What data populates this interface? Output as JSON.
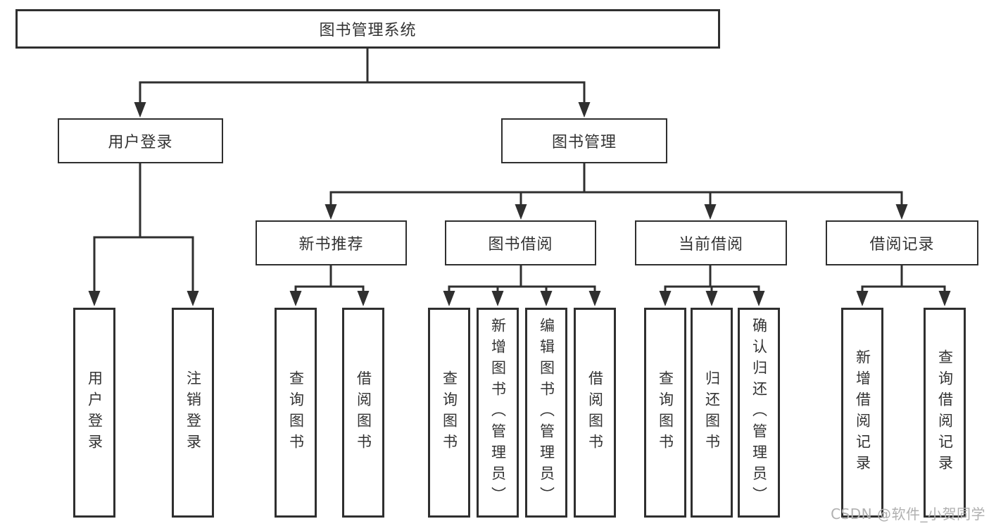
{
  "diagram": {
    "root": {
      "label": "图书管理系统"
    },
    "branches": [
      {
        "label": "用户登录",
        "children": [
          {
            "label": "用户登录"
          },
          {
            "label": "注销登录"
          }
        ]
      },
      {
        "label": "图书管理",
        "children": [
          {
            "label": "新书推荐",
            "children": [
              {
                "label": "查询图书"
              },
              {
                "label": "借阅图书"
              }
            ]
          },
          {
            "label": "图书借阅",
            "children": [
              {
                "label": "查询图书"
              },
              {
                "label": "新增图书（管理员）"
              },
              {
                "label": "编辑图书（管理员）"
              },
              {
                "label": "借阅图书"
              }
            ]
          },
          {
            "label": "当前借阅",
            "children": [
              {
                "label": "查询图书"
              },
              {
                "label": "归还图书"
              },
              {
                "label": "确认归还（管理员）"
              }
            ]
          },
          {
            "label": "借阅记录",
            "children": [
              {
                "label": "新增借阅记录"
              },
              {
                "label": "查询借阅记录"
              }
            ]
          }
        ]
      }
    ],
    "watermark": "CSDN @软件_小贺同学",
    "colors": {
      "line": "#2f2f2f",
      "text": "#333333",
      "watermark": "#b0b0b0",
      "background": "#ffffff"
    }
  }
}
